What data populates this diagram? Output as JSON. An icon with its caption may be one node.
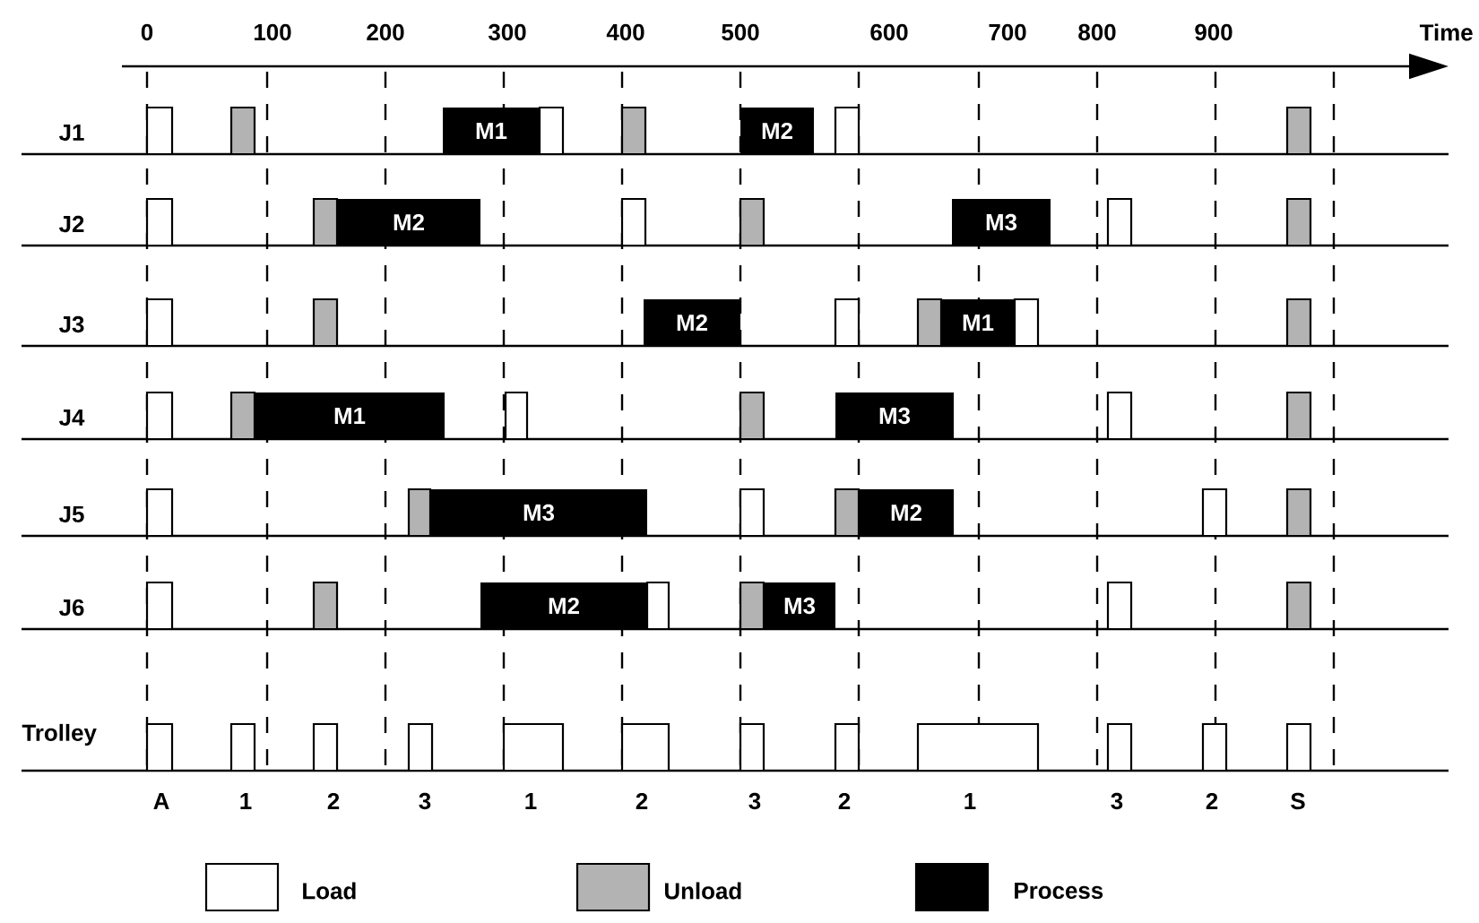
{
  "diagram": {
    "nodes": [
      {
        "text": [
          "M1"
        ]
      },
      {
        "text": [
          "M2"
        ]
      },
      {
        "text": [
          "M2"
        ]
      },
      {
        "text": [
          "M3"
        ]
      },
      {
        "text": [
          "M2"
        ]
      },
      {
        "text": [
          "M1"
        ]
      },
      {
        "text": [
          "M1"
        ]
      },
      {
        "text": [
          "M3"
        ]
      },
      {
        "text": [
          "M3"
        ]
      },
      {
        "text": [
          "M2"
        ]
      },
      {
        "text": [
          "M2"
        ]
      },
      {
        "text": [
          "M3"
        ]
      }
    ],
    "edges": [],
    "labels": [
      "0",
      "100",
      "200",
      "300",
      "400",
      "500",
      "600",
      "700",
      "800",
      "900",
      "Time",
      "J1",
      "J2",
      "J3",
      "J4",
      "J5",
      "J6",
      "Trolley",
      "A",
      "1",
      "2",
      "3",
      "1",
      "2",
      "3",
      "2",
      "1",
      "3",
      "2",
      "S"
    ],
    "legend": [
      {
        "text": "Load"
      },
      {
        "text": "Unload",
        "color": "#b3b3b3"
      },
      {
        "text": "Process",
        "color": "#000000"
      }
    ]
  }
}
